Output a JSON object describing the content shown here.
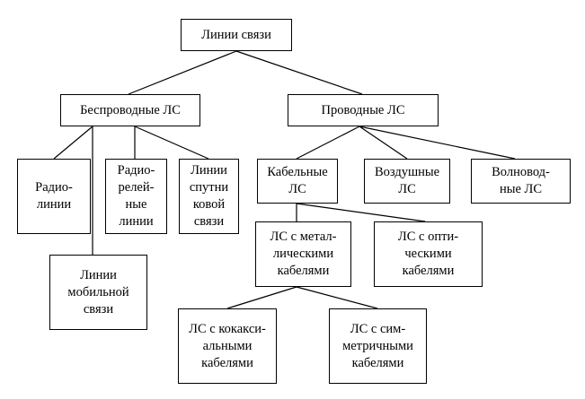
{
  "diagram": {
    "root": "Линии связи",
    "wireless": "Беспроводные ЛС",
    "wired": "Проводные ЛС",
    "radio": "Радио-\nлинии",
    "relay": "Радио-\nрелей-\nные\nлинии",
    "satellite": "Линии\nспутни\nковой\nсвязи",
    "mobile": "Линии\nмобильной\nсвязи",
    "cable": "Кабельные\nЛС",
    "air": "Воздушные\nЛС",
    "waveguide": "Волновод-\nные ЛС",
    "metal": "ЛС с метал-\nлическими\nкабелями",
    "optic": "ЛС с опти-\nческими\nкабелями",
    "coax": "ЛС с кокакси-\nальными\nкабелями",
    "symmetric": "ЛС с сим-\nметричными\nкабелями"
  }
}
